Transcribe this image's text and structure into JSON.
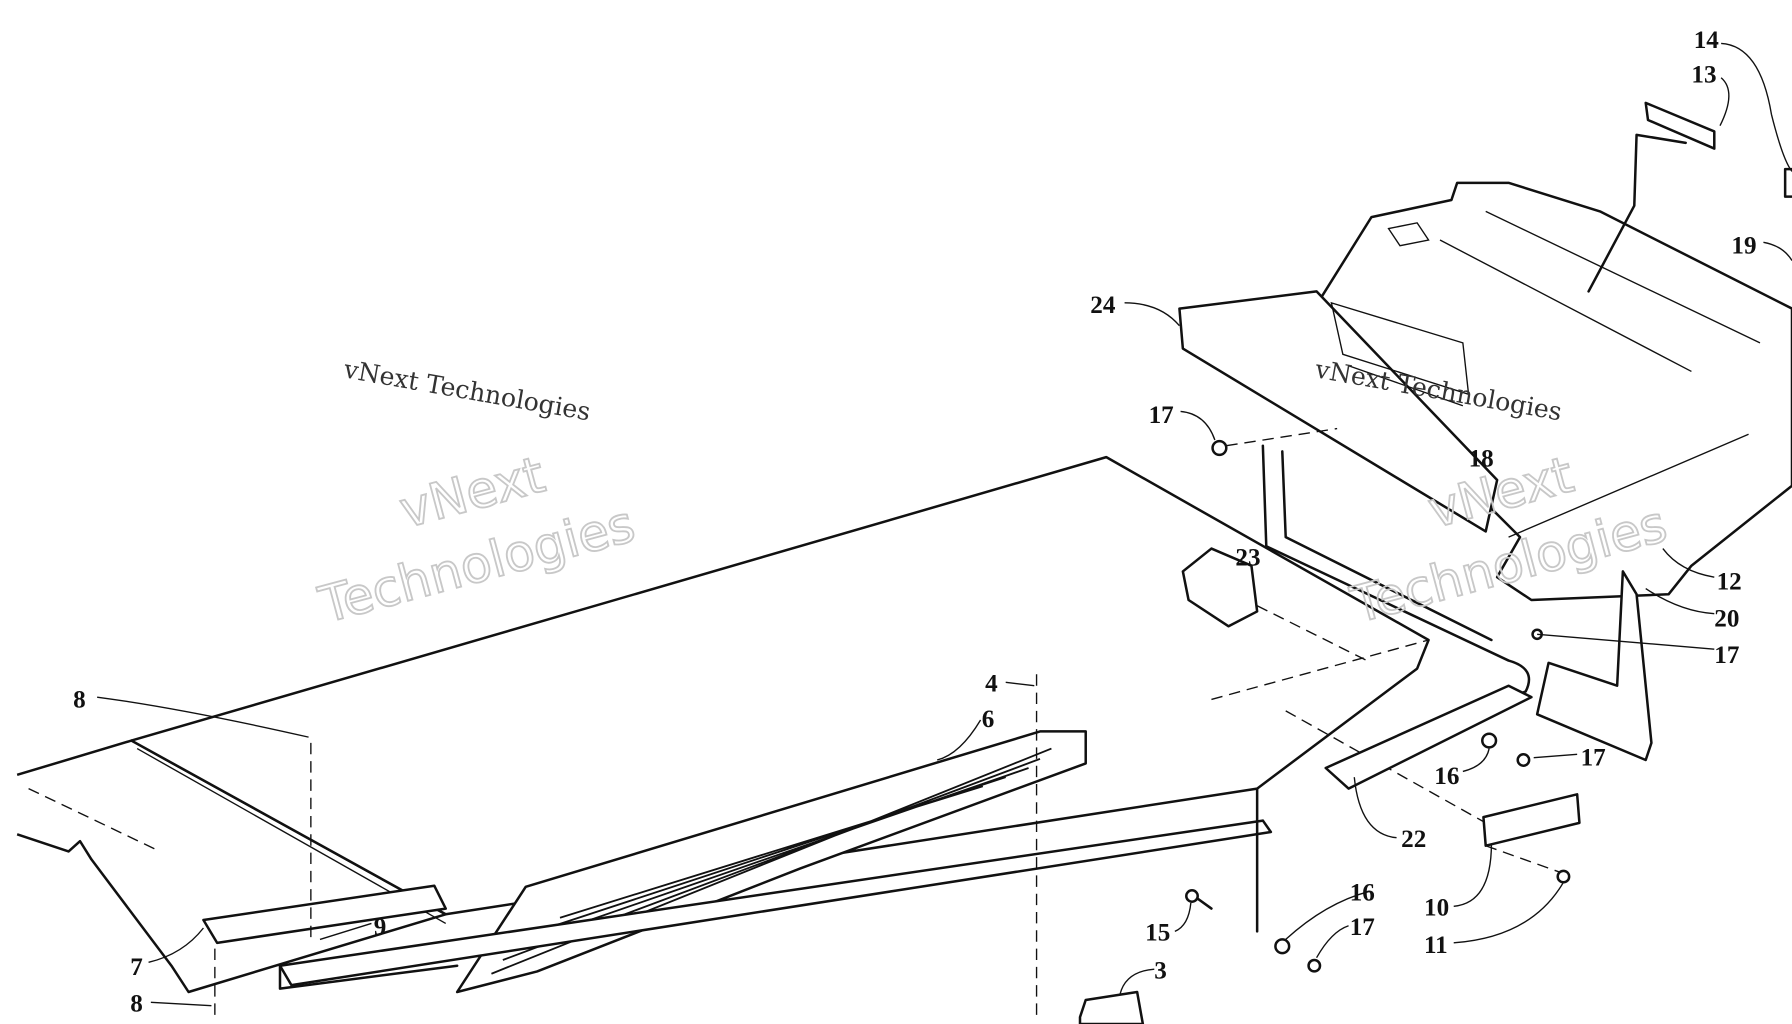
{
  "diagram": {
    "callouts": [
      {
        "id": "14",
        "text": "14"
      },
      {
        "id": "13",
        "text": "13"
      },
      {
        "id": "19",
        "text": "19"
      },
      {
        "id": "24",
        "text": "24"
      },
      {
        "id": "17a",
        "text": "17"
      },
      {
        "id": "18",
        "text": "18"
      },
      {
        "id": "23",
        "text": "23"
      },
      {
        "id": "12",
        "text": "12"
      },
      {
        "id": "20",
        "text": "20"
      },
      {
        "id": "17b",
        "text": "17"
      },
      {
        "id": "4",
        "text": "4"
      },
      {
        "id": "6",
        "text": "6"
      },
      {
        "id": "16a",
        "text": "16"
      },
      {
        "id": "17c",
        "text": "17"
      },
      {
        "id": "22",
        "text": "22"
      },
      {
        "id": "8a",
        "text": "8"
      },
      {
        "id": "10",
        "text": "10"
      },
      {
        "id": "16b",
        "text": "16"
      },
      {
        "id": "17d",
        "text": "17"
      },
      {
        "id": "11",
        "text": "11"
      },
      {
        "id": "15",
        "text": "15"
      },
      {
        "id": "9",
        "text": "9"
      },
      {
        "id": "7",
        "text": "7"
      },
      {
        "id": "8b",
        "text": "8"
      },
      {
        "id": "3",
        "text": "3"
      }
    ],
    "watermarks": [
      {
        "small": "vNext Technologies",
        "big_line1": "vNext",
        "big_line2": "Technologies"
      },
      {
        "small": "vNext Technologies",
        "big_line1": "vNext",
        "big_line2": "Technologies"
      }
    ]
  }
}
